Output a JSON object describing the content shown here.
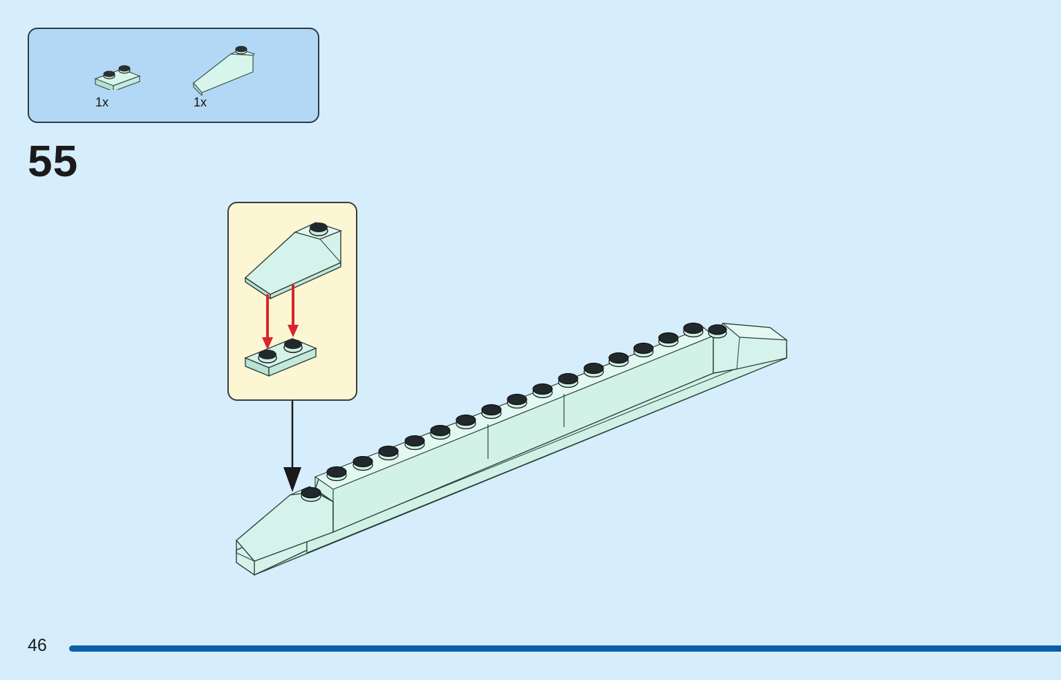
{
  "parts_list": {
    "items": [
      {
        "name": "plate-1x2",
        "quantity": "1x",
        "color": "#c9efe3"
      },
      {
        "name": "slope-1x3",
        "quantity": "1x",
        "color": "#c9efe3"
      }
    ]
  },
  "step": {
    "number": "55"
  },
  "page": {
    "number": "46"
  },
  "colors": {
    "background": "#d6edfb",
    "parts_box": "#b3d8f5",
    "callout": "#fdf6d3",
    "brick": "#c9efe3",
    "arrow_red": "#d9242b",
    "stripe_blue": "#3a8fcc",
    "footer_bar": "#0a5fa8"
  },
  "icons": [
    "plate-1x2-icon",
    "slope-1x3-icon",
    "placement-arrow-icon",
    "connection-arrow-icon"
  ]
}
